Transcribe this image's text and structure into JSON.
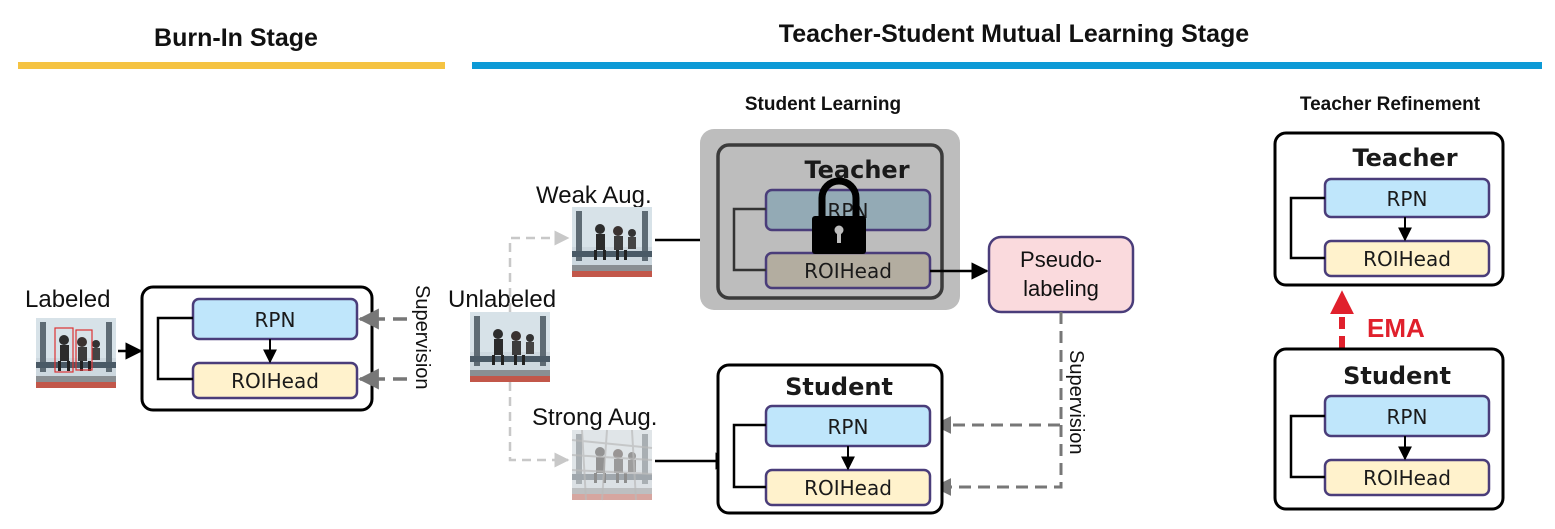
{
  "titles": {
    "burn_in": "Burn-In Stage",
    "mutual": "Teacher-Student Mutual Learning Stage",
    "student_learning": "Student Learning",
    "teacher_refinement": "Teacher Refinement"
  },
  "labels": {
    "labeled": "Labeled",
    "unlabeled": "Unlabeled",
    "weak_aug": "Weak Aug.",
    "strong_aug": "Strong Aug.",
    "supervision": "Supervision",
    "pseudo_line1": "Pseudo-",
    "pseudo_line2": "labeling",
    "ema": "EMA"
  },
  "models": {
    "teacher": "Teacher",
    "student": "Student",
    "rpn": "RPN",
    "roihead": "ROIHead"
  },
  "colors": {
    "burn_in_bar": "#f5c342",
    "mutual_bar": "#0d9ad6",
    "rpn_fill": "#bfe6fb",
    "roihead_fill": "#fff2cc",
    "module_border": "#4a3d7a",
    "frozen_panel": "#bdbdbd",
    "pseudo_fill": "#fadadd",
    "ema": "#e0202c",
    "supervision_arrow": "#777777",
    "light_arrow": "#c8c8c8"
  },
  "icons": {
    "lock": "lock-icon",
    "photo": "soccer-team-photo"
  }
}
